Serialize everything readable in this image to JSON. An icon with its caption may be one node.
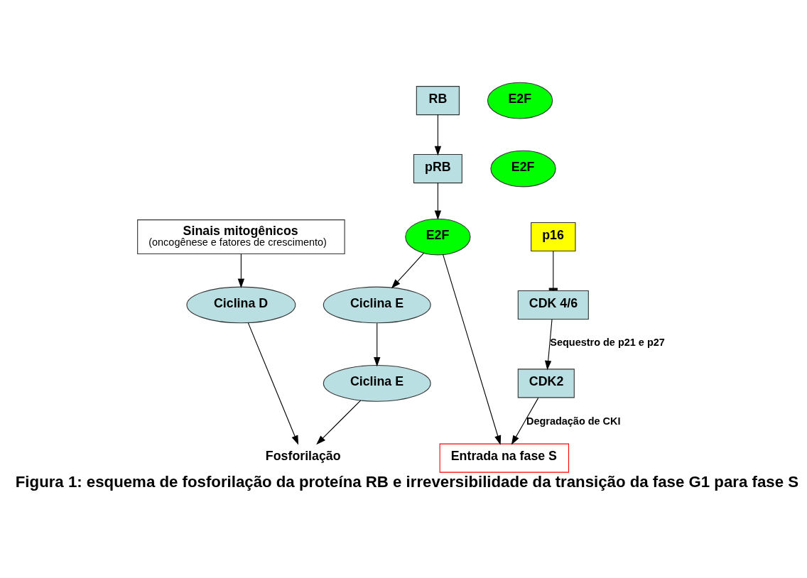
{
  "diagram": {
    "caption": "Figura 1: esquema de fosforilação da proteína RB e irreversibilidade da transição da fase G1 para fase S",
    "nodes": [
      {
        "text": [
          "Sinais mitogênicos",
          "(oncogênese e fatores de crescimento)"
        ]
      },
      {
        "text": [
          "p16"
        ]
      },
      {
        "text": [
          "Ciclina D"
        ]
      },
      {
        "text": [
          "CDK 4/6"
        ]
      },
      {
        "text": [
          "RB"
        ]
      },
      {
        "text": [
          "E2F"
        ]
      },
      {
        "text": [
          "Fosforilação"
        ]
      },
      {
        "text": [
          "Ciclina E"
        ]
      },
      {
        "text": [
          "CDK2"
        ]
      },
      {
        "text": [
          "pRB"
        ]
      },
      {
        "text": [
          "E2F"
        ]
      },
      {
        "text": [
          "E2F"
        ]
      },
      {
        "text": [
          "Ciclina E"
        ]
      },
      {
        "text": [
          "Entrada na fase S"
        ]
      }
    ],
    "edges": [
      {
        "from": 0,
        "to": 2,
        "arrow": "to"
      },
      {
        "from": 1,
        "to": 3,
        "arrow": "other"
      },
      {
        "from": 2,
        "to": 6,
        "arrow": "to"
      },
      {
        "from": 3,
        "to": 8,
        "arrow": "to",
        "label": "Sequestro de p21 e p27"
      },
      {
        "from": 7,
        "to": 6,
        "arrow": "to"
      },
      {
        "from": 4,
        "to": 9,
        "arrow": "to"
      },
      {
        "from": 9,
        "to": 11,
        "arrow": "to"
      },
      {
        "from": 11,
        "to": 12,
        "arrow": "to"
      },
      {
        "from": 12,
        "to": 7,
        "arrow": "to"
      },
      {
        "from": 8,
        "to": 13,
        "arrow": "to",
        "label": "Degradação de CKI"
      },
      {
        "from": 11,
        "to": 13,
        "arrow": "to"
      }
    ]
  }
}
